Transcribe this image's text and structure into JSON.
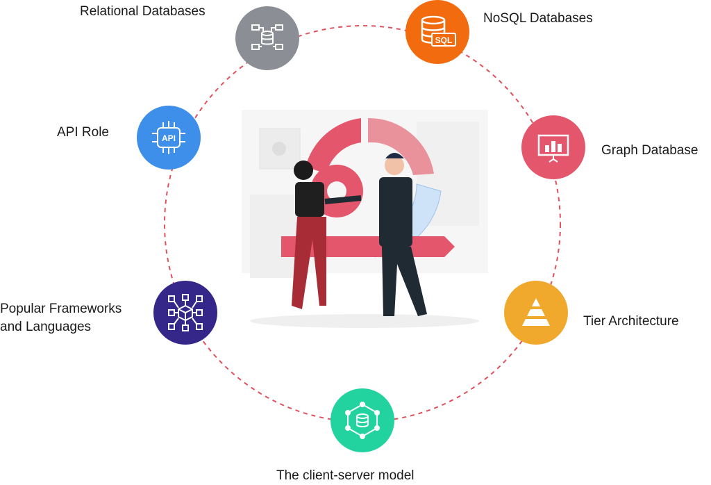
{
  "nodes": [
    {
      "id": "relational",
      "label": "Relational Databases",
      "color": "#8b8e94",
      "icon": "database-schema-icon"
    },
    {
      "id": "nosql",
      "label": "NoSQL Databases",
      "color": "#f26b0f",
      "icon": "sql-database-icon",
      "icon_text": "SQL"
    },
    {
      "id": "graph",
      "label": "Graph Database",
      "color": "#e4566b",
      "icon": "bar-chart-board-icon"
    },
    {
      "id": "tier",
      "label": "Tier Architecture",
      "color": "#f0a92d",
      "icon": "pyramid-icon"
    },
    {
      "id": "clientserver",
      "label": "The client-server model",
      "color": "#22d3a0",
      "icon": "network-database-icon"
    },
    {
      "id": "frameworks",
      "label": "Popular Frameworks\nand Languages",
      "color": "#35268a",
      "icon": "cube-network-icon"
    },
    {
      "id": "api",
      "label": "API Role",
      "color": "#3e8fe9",
      "icon": "api-chip-icon",
      "icon_text": "API"
    }
  ],
  "ring_color": "#e0505c",
  "illustration": "two-people-gear-cycle-illustration"
}
